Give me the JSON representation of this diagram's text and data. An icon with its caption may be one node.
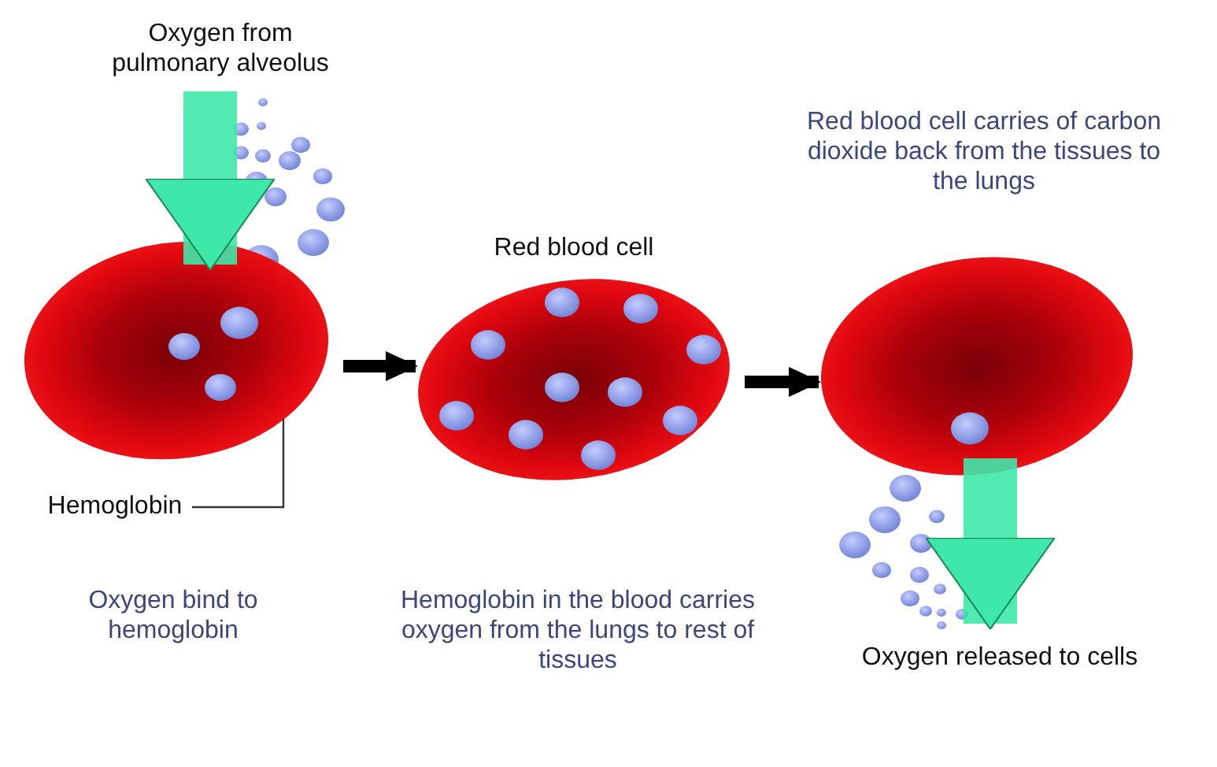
{
  "diagram": {
    "nodes": [
      {
        "text": [
          "Oxygen from pulmonary alveolus"
        ]
      },
      {
        "text": [],
        "shape": "ellipse"
      },
      {
        "text": [
          "Red blood cell"
        ]
      },
      {
        "text": [],
        "shape": "ellipse"
      },
      {
        "text": [
          "Oxygen released to cells"
        ]
      },
      {
        "text": [
          "Hemoglobin"
        ]
      }
    ],
    "edges": [
      {
        "from": 0,
        "to": 1,
        "arrow": "to",
        "style": "thick",
        "color": "#3ee8a8"
      },
      {
        "from": 1,
        "to": 2,
        "arrow": "to",
        "color": "#000000"
      },
      {
        "from": 2,
        "to": 3,
        "arrow": "to",
        "color": "#000000"
      },
      {
        "from": 3,
        "to": 4,
        "arrow": "to",
        "style": "thick",
        "color": "#3ee8a8"
      },
      {
        "from": 5,
        "to": 1,
        "arrow": "none",
        "color": "#333333"
      }
    ],
    "labels": [
      "Red blood cell carries of carbon dioxide back from the tissues to the lungs",
      "Oxygen bind to hemoglobin",
      "Hemoglobin in the blood carries oxygen from the lungs to rest of tissues"
    ]
  }
}
